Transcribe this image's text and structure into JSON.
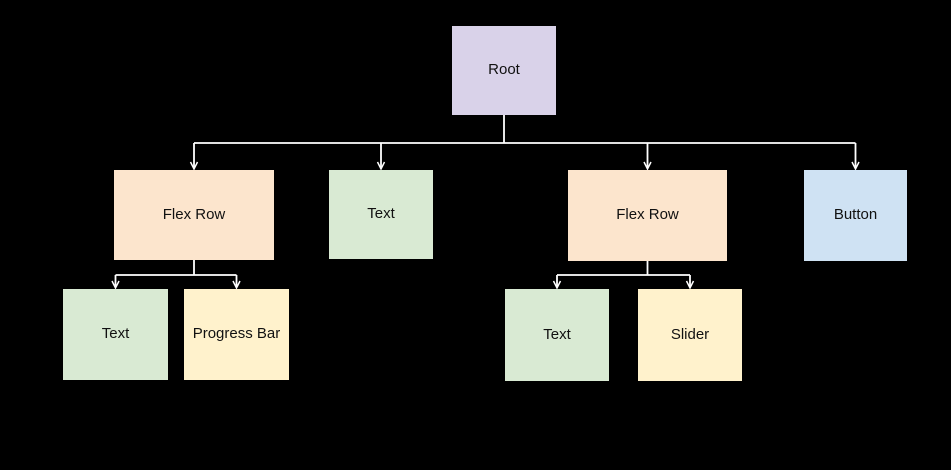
{
  "diagram": {
    "background_color": "#000000",
    "connector_color": "#ffffff",
    "text_color": "#111111",
    "nodes": {
      "root": {
        "label": "Root",
        "fill": "#d9d2e9"
      },
      "flex-row-1": {
        "label": "Flex Row",
        "fill": "#fce5cd"
      },
      "text-1": {
        "label": "Text",
        "fill": "#d9ead3"
      },
      "flex-row-2": {
        "label": "Flex Row",
        "fill": "#fce5cd"
      },
      "button": {
        "label": "Button",
        "fill": "#cfe2f3"
      },
      "text-2": {
        "label": "Text",
        "fill": "#d9ead3"
      },
      "progress-bar": {
        "label": "Progress Bar",
        "fill": "#fff2cc"
      },
      "text-3": {
        "label": "Text",
        "fill": "#d9ead3"
      },
      "slider": {
        "label": "Slider",
        "fill": "#fff2cc"
      }
    },
    "edges": [
      {
        "from": "root",
        "to": [
          "flex-row-1",
          "text-1",
          "flex-row-2",
          "button"
        ]
      },
      {
        "from": "flex-row-1",
        "to": [
          "text-2",
          "progress-bar"
        ]
      },
      {
        "from": "flex-row-2",
        "to": [
          "text-3",
          "slider"
        ]
      }
    ]
  }
}
